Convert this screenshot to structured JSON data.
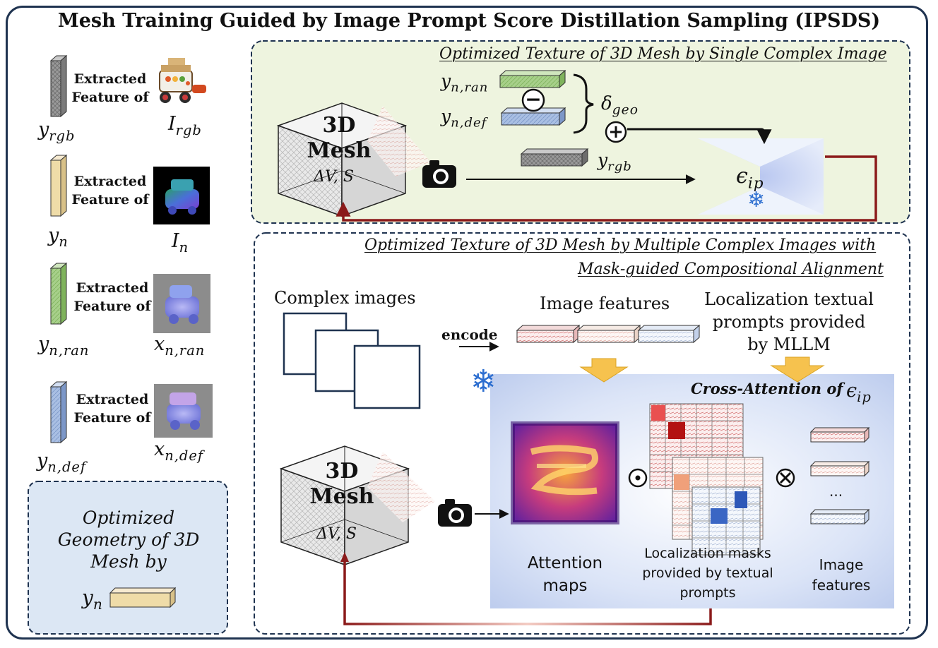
{
  "title": "Mesh Training Guided by Image Prompt Score Distillation Sampling (IPSDS)",
  "legend": {
    "items": [
      {
        "line1": "Extracted",
        "line2": "Feature of",
        "feature_symbol": "y",
        "feature_sub": "rgb",
        "image_symbol": "I",
        "image_sub": "rgb",
        "color": "#9a9a9a"
      },
      {
        "line1": "Extracted",
        "line2": "Feature of",
        "feature_symbol": "y",
        "feature_sub": "n",
        "image_symbol": "I",
        "image_sub": "n",
        "color": "#efdca8"
      },
      {
        "line1": "Extracted",
        "line2": "Feature of",
        "feature_symbol": "y",
        "feature_sub": "n,ran",
        "image_symbol": "x",
        "image_sub": "n,ran",
        "color": "#a7d08a"
      },
      {
        "line1": "Extracted",
        "line2": "Feature of",
        "feature_symbol": "y",
        "feature_sub": "n,def",
        "image_symbol": "x",
        "image_sub": "n,def",
        "color": "#a9bfe3"
      }
    ],
    "geometry_box": {
      "line1": "Optimized",
      "line2": "Geometry of 3D",
      "line3": "Mesh by",
      "symbol": "y",
      "sub": "n"
    }
  },
  "top_panel": {
    "title": "Optimized Texture of 3D Mesh by Single Complex Image",
    "mesh_line1": "3D",
    "mesh_line2": "Mesh",
    "mesh_params": "ΔV, S",
    "y_ran": {
      "symbol": "y",
      "sub": "n,ran"
    },
    "y_def": {
      "symbol": "y",
      "sub": "n,def"
    },
    "y_rgb": {
      "symbol": "y",
      "sub": "rgb"
    },
    "minus": "−",
    "plus": "+",
    "delta": {
      "symbol": "δ",
      "sub": "geo"
    },
    "model": {
      "symbol": "ϵ",
      "sub": "ip"
    },
    "snowflake": "❄"
  },
  "bottom_panel": {
    "title_line1": "Optimized Texture of  3D Mesh by Multiple Complex Images with",
    "title_line2": "Mask-guided Compositional Alignment",
    "complex_images": "Complex images",
    "encode": "encode",
    "image_features": "Image features",
    "loc_prompts_line1": "Localization textual",
    "loc_prompts_line2": "prompts provided",
    "loc_prompts_line3": "by MLLM",
    "cross_attn": "Cross-Attention of",
    "cross_attn_symbol": {
      "symbol": "ϵ",
      "sub": "ip"
    },
    "mesh_line1": "3D",
    "mesh_line2": "Mesh",
    "mesh_params": "ΔV, S",
    "attn_line1": "Attention",
    "attn_line2": "maps",
    "odot": "⊙",
    "otimes": "⊗",
    "masks_line1": "Localization masks",
    "masks_line2": "provided by textual",
    "masks_line3": "prompts",
    "ellipsis": "...",
    "feat_line1": "Image",
    "feat_line2": "features",
    "snowflake": "❄"
  }
}
